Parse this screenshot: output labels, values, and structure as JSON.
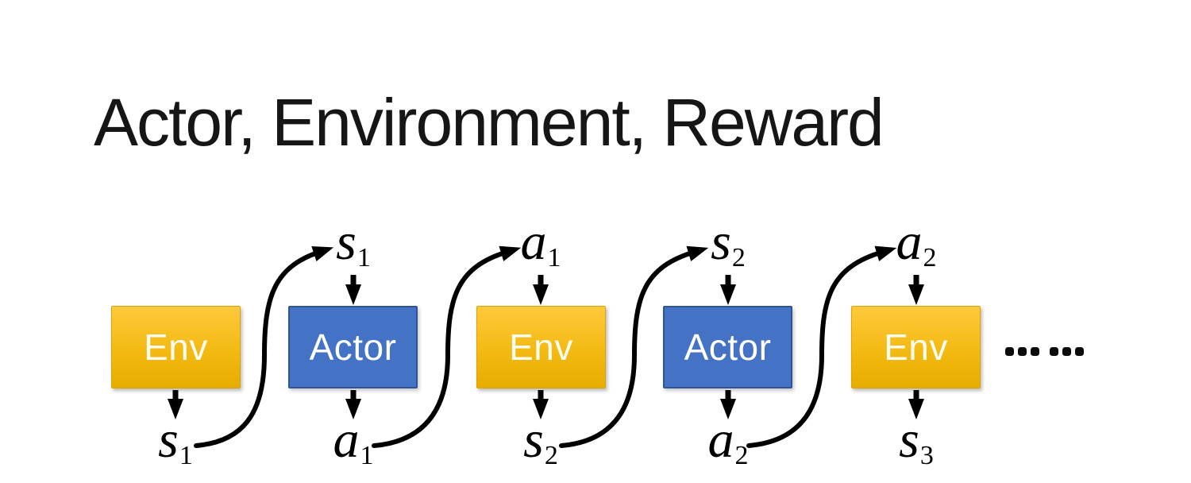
{
  "slide_title": "Actor, Environment, Reward",
  "boxes": [
    {
      "label": "Env"
    },
    {
      "label": "Actor"
    },
    {
      "label": "Env"
    },
    {
      "label": "Actor"
    },
    {
      "label": "Env"
    }
  ],
  "top_labels": [
    {
      "base": "s",
      "sub": "1"
    },
    {
      "base": "a",
      "sub": "1"
    },
    {
      "base": "s",
      "sub": "2"
    },
    {
      "base": "a",
      "sub": "2"
    }
  ],
  "bottom_labels": [
    {
      "base": "s",
      "sub": "1"
    },
    {
      "base": "a",
      "sub": "1"
    },
    {
      "base": "s",
      "sub": "2"
    },
    {
      "base": "a",
      "sub": "2"
    },
    {
      "base": "s",
      "sub": "3"
    }
  ],
  "ellipsis_dots": "......",
  "colors": {
    "env_top": "#FFC93C",
    "env_bottom": "#E7AC00",
    "actor_fill": "#4472C4",
    "actor_border": "#2F5496",
    "arrow": "#000000"
  }
}
